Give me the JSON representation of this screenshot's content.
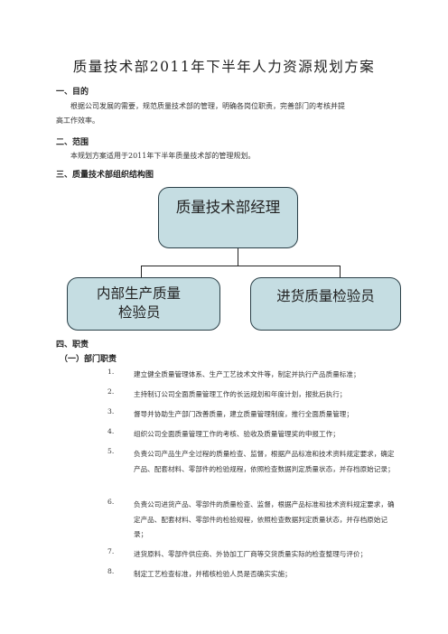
{
  "title": "质量技术部2011年下半年人力资源规划方案",
  "s1": {
    "heading": "一、目的",
    "text1": "根据公司发展的需要，规范质量技术部的管理，明确各岗位职责，完善部门的考核并提",
    "text2": "高工作效率。"
  },
  "s2": {
    "heading": "二、范围",
    "text": "本规划方案适用于2011年下半年质量技术部的管理规划。"
  },
  "s3": {
    "heading": "三、质量技术部组织结构图"
  },
  "org": {
    "top": "质量技术部经理",
    "left_l1": "内部生产质量",
    "left_l2": "检验员",
    "right": "进货质量检验员"
  },
  "s4": {
    "heading": "四、职责",
    "sub": "（一）部门职责"
  },
  "items": [
    {
      "num": "1.",
      "text": "建立健全质量管理体系、生产工艺技术文件等，制定并执行产品质量标准；"
    },
    {
      "num": "2.",
      "text": "主持制订公司全面质量管理工作的长远规划和年度计划，报批后执行；"
    },
    {
      "num": "3.",
      "text": "督导并协助生产部门改善质量，建立质量管理制度，推行全面质量管理；"
    },
    {
      "num": "4.",
      "text": "组织公司全面质量管理工作的考核、验收及质量管理奖的申报工作；"
    },
    {
      "num": "5.",
      "text": "负责公司产品生产全过程的质量检查、监督，根据产品标准和技术资料规定要求，确定产品、配套材料、零部件的检验规程，依照检查数据判定质量状态，并存档原始记录；"
    },
    {
      "num": "6.",
      "text": "负责公司进货产品、零部件的质量检查、监督，根据产品标准和技术资料规定要求，确定产品、配套材料、零部件的检验规程，依照检查数据判定质量状态，并存档原始记录；"
    },
    {
      "num": "7.",
      "text": "进货原料、零部件供应商、外协加工厂商等交货质量实际的检查整理与评价；"
    },
    {
      "num": "8.",
      "text": "制定工艺检查标准，并稽核检验人员是否确实实施；"
    }
  ]
}
